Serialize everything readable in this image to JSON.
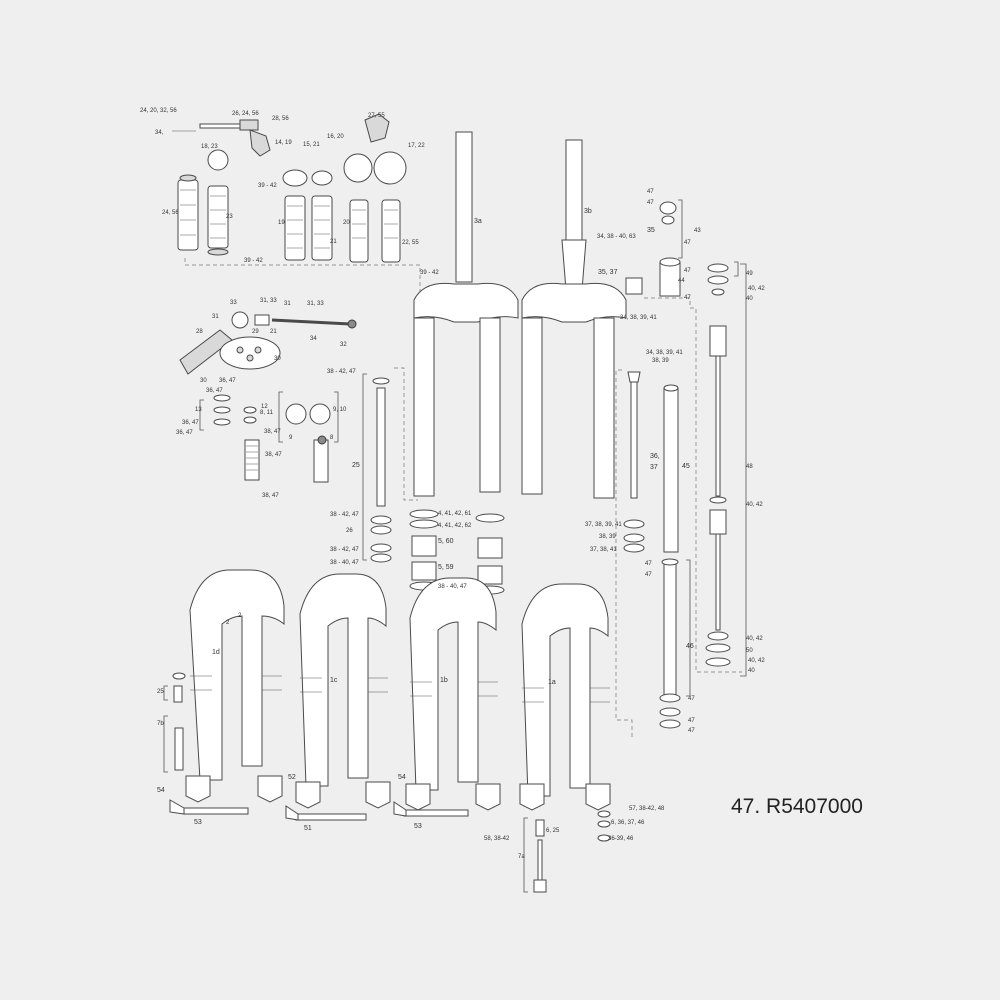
{
  "part_number": "47. R5407000",
  "labels": {
    "crown_a": "3a",
    "crown_b": "3b",
    "lower_d": "1d",
    "lower_c": "1c",
    "lower_b": "1b",
    "lower_a": "1a",
    "axle_53_left": "53",
    "axle_51": "51",
    "axle_53_mid": "53",
    "lever_54_left": "54",
    "lever_52": "52",
    "lever_54_mid": "54",
    "spring_25": "25",
    "spring_7b": "7b",
    "spring_7a": "7a",
    "top_24_20_32_56": "24, 20, 32, 56",
    "top_26_24_56": "26, 24, 56",
    "top_28_56": "28, 56",
    "top_27_55": "27, 55",
    "top_34": "34,",
    "top_18_23": "18, 23",
    "top_14_19": "14, 19",
    "top_15_21": "15, 21",
    "top_16_20": "16, 20",
    "top_17_22": "17, 22",
    "top_39_42_a": "39 - 42",
    "top_39_42_b": "39 - 42",
    "top_39_42_c": "39 - 42",
    "cart_24_56": "24, 56",
    "cart_23": "23",
    "cart_19": "19",
    "cart_21": "21",
    "cart_20": "20",
    "cart_22_55": "22, 55",
    "rem_33": "33",
    "rem_31_33_a": "31, 33",
    "rem_31": "31",
    "rem_31_33_b": "31, 33",
    "rem_31_left": "31",
    "rem_29": "29",
    "rem_21": "21",
    "rem_34": "34",
    "rem_32": "32",
    "rem_28": "28",
    "rem_30": "30",
    "rem_30b": "30",
    "c_36_47_a": "36, 47",
    "c_36_47_b": "36, 47",
    "c_13": "13",
    "c_12": "12",
    "c_8_11": "8, 11",
    "c_9_10": "9, 10",
    "c_36_47_c": "36, 47",
    "c_36_47_d": "36, 47",
    "c_38_47_a": "38, 47",
    "c_38_47_b": "38, 47",
    "c_38_47_c": "38, 47",
    "c_9": "9",
    "c_8": "8",
    "c_2a": "2",
    "c_2b": "2",
    "s_38_42_47": "38 - 42, 47",
    "s_25": "25",
    "s_38_42_47_b": "38 - 42, 47",
    "s_26": "26",
    "s_38_42_47_c": "38 - 42, 47",
    "s_38_40_47": "38 - 40, 47",
    "b_4_41_42_61": "4, 41, 42, 61",
    "b_4_41_42_62": "4, 41, 42, 62",
    "b_5_60": "5, 60",
    "b_5_59": "5, 59",
    "b_38_40_47": "38 - 40, 47",
    "r_47a": "47",
    "r_47b": "47",
    "r_35": "35",
    "r_43": "43",
    "r_47c": "47",
    "r_34_38_40_63": "34, 38 - 40, 63",
    "r_35_37": "35, 37",
    "r_47d": "47",
    "r_44": "44",
    "r_47e": "47",
    "r_34_38_39_41": "34, 38, 39, 41",
    "r_34_38_39_41_b": "34, 38, 39, 41",
    "r_38_39": "38, 39",
    "r_36_37": "36,",
    "r_37": "37",
    "r_45": "45",
    "r_37_38_39_41": "37, 38, 39, 41",
    "r_38_39_b": "38, 39",
    "r_37_38_41": "37, 38, 41",
    "r_47f": "47",
    "r_47g": "47",
    "r_46": "46",
    "r_47h": "47",
    "r_47i": "47",
    "r_47j": "47",
    "fr_49": "49",
    "fr_40_42": "40, 42",
    "fr_40": "40",
    "fr_48": "48",
    "fr_40_42_b": "40, 42",
    "fr_40_42_c": "40, 42",
    "fr_50": "50",
    "fr_40_42_d": "40, 42",
    "fr_40b": "40",
    "bt_57": "57, 38-42, 48",
    "bt_6_36": "6, 36, 37, 46",
    "bt_36_39": "36-39, 46",
    "bt_58": "58, 38-42",
    "bt_6_25": "6, 25"
  }
}
